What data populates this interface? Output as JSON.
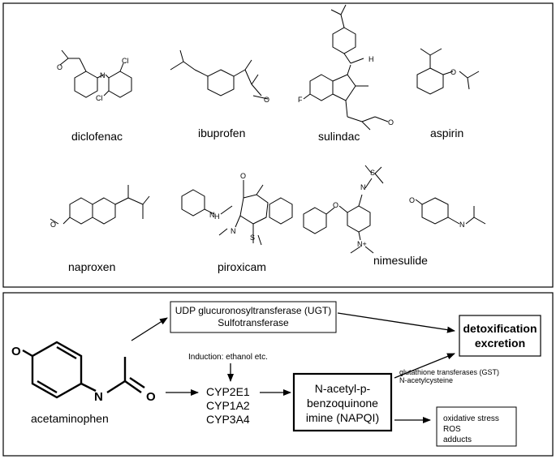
{
  "drugs": {
    "diclofenac": "diclofenac",
    "ibuprofen": "ibuprofen",
    "sulindac": "sulindac",
    "aspirin": "aspirin",
    "naproxen": "naproxen",
    "piroxicam": "piroxicam",
    "nimesulide": "nimesulide"
  },
  "pathway": {
    "acetaminophen": "acetaminophen",
    "ugt_line1": "UDP glucuronosyltransferase (UGT)",
    "ugt_line2": "Sulfotransferase",
    "detox_line1": "detoxification",
    "detox_line2": "excretion",
    "induction": "Induction: ethanol etc.",
    "cyp": [
      "CYP2E1",
      "CYP1A2",
      "CYP3A4"
    ],
    "napqi": [
      "N-acetyl-p-",
      "benzoquinone",
      "imine (NAPQI)"
    ],
    "gst_line1": "glutathione transferases (GST)",
    "gst_line2": "N-acetylcysteine",
    "stress": [
      "oxidative stress",
      "ROS",
      "adducts"
    ]
  },
  "atoms": {
    "O": "O",
    "N": "N",
    "H": "H",
    "S": "S",
    "Cl": "Cl",
    "F": "F",
    "nitro": "N+",
    "ominus": "O-"
  }
}
